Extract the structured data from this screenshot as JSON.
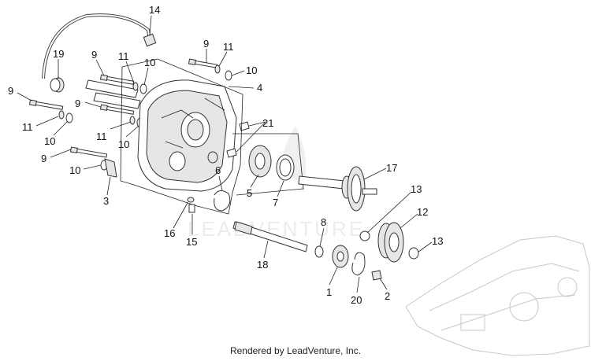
{
  "watermark": "LEADVENTURE",
  "footer": "Rendered by LeadVenture, Inc.",
  "callouts": [
    "14",
    "19",
    "9",
    "11",
    "10",
    "9",
    "11",
    "10",
    "4",
    "9",
    "11",
    "10",
    "9",
    "11",
    "10",
    "21",
    "9",
    "10",
    "3",
    "6",
    "5",
    "7",
    "17",
    "13",
    "12",
    "13",
    "8",
    "16",
    "15",
    "18",
    "1",
    "20",
    "2"
  ]
}
